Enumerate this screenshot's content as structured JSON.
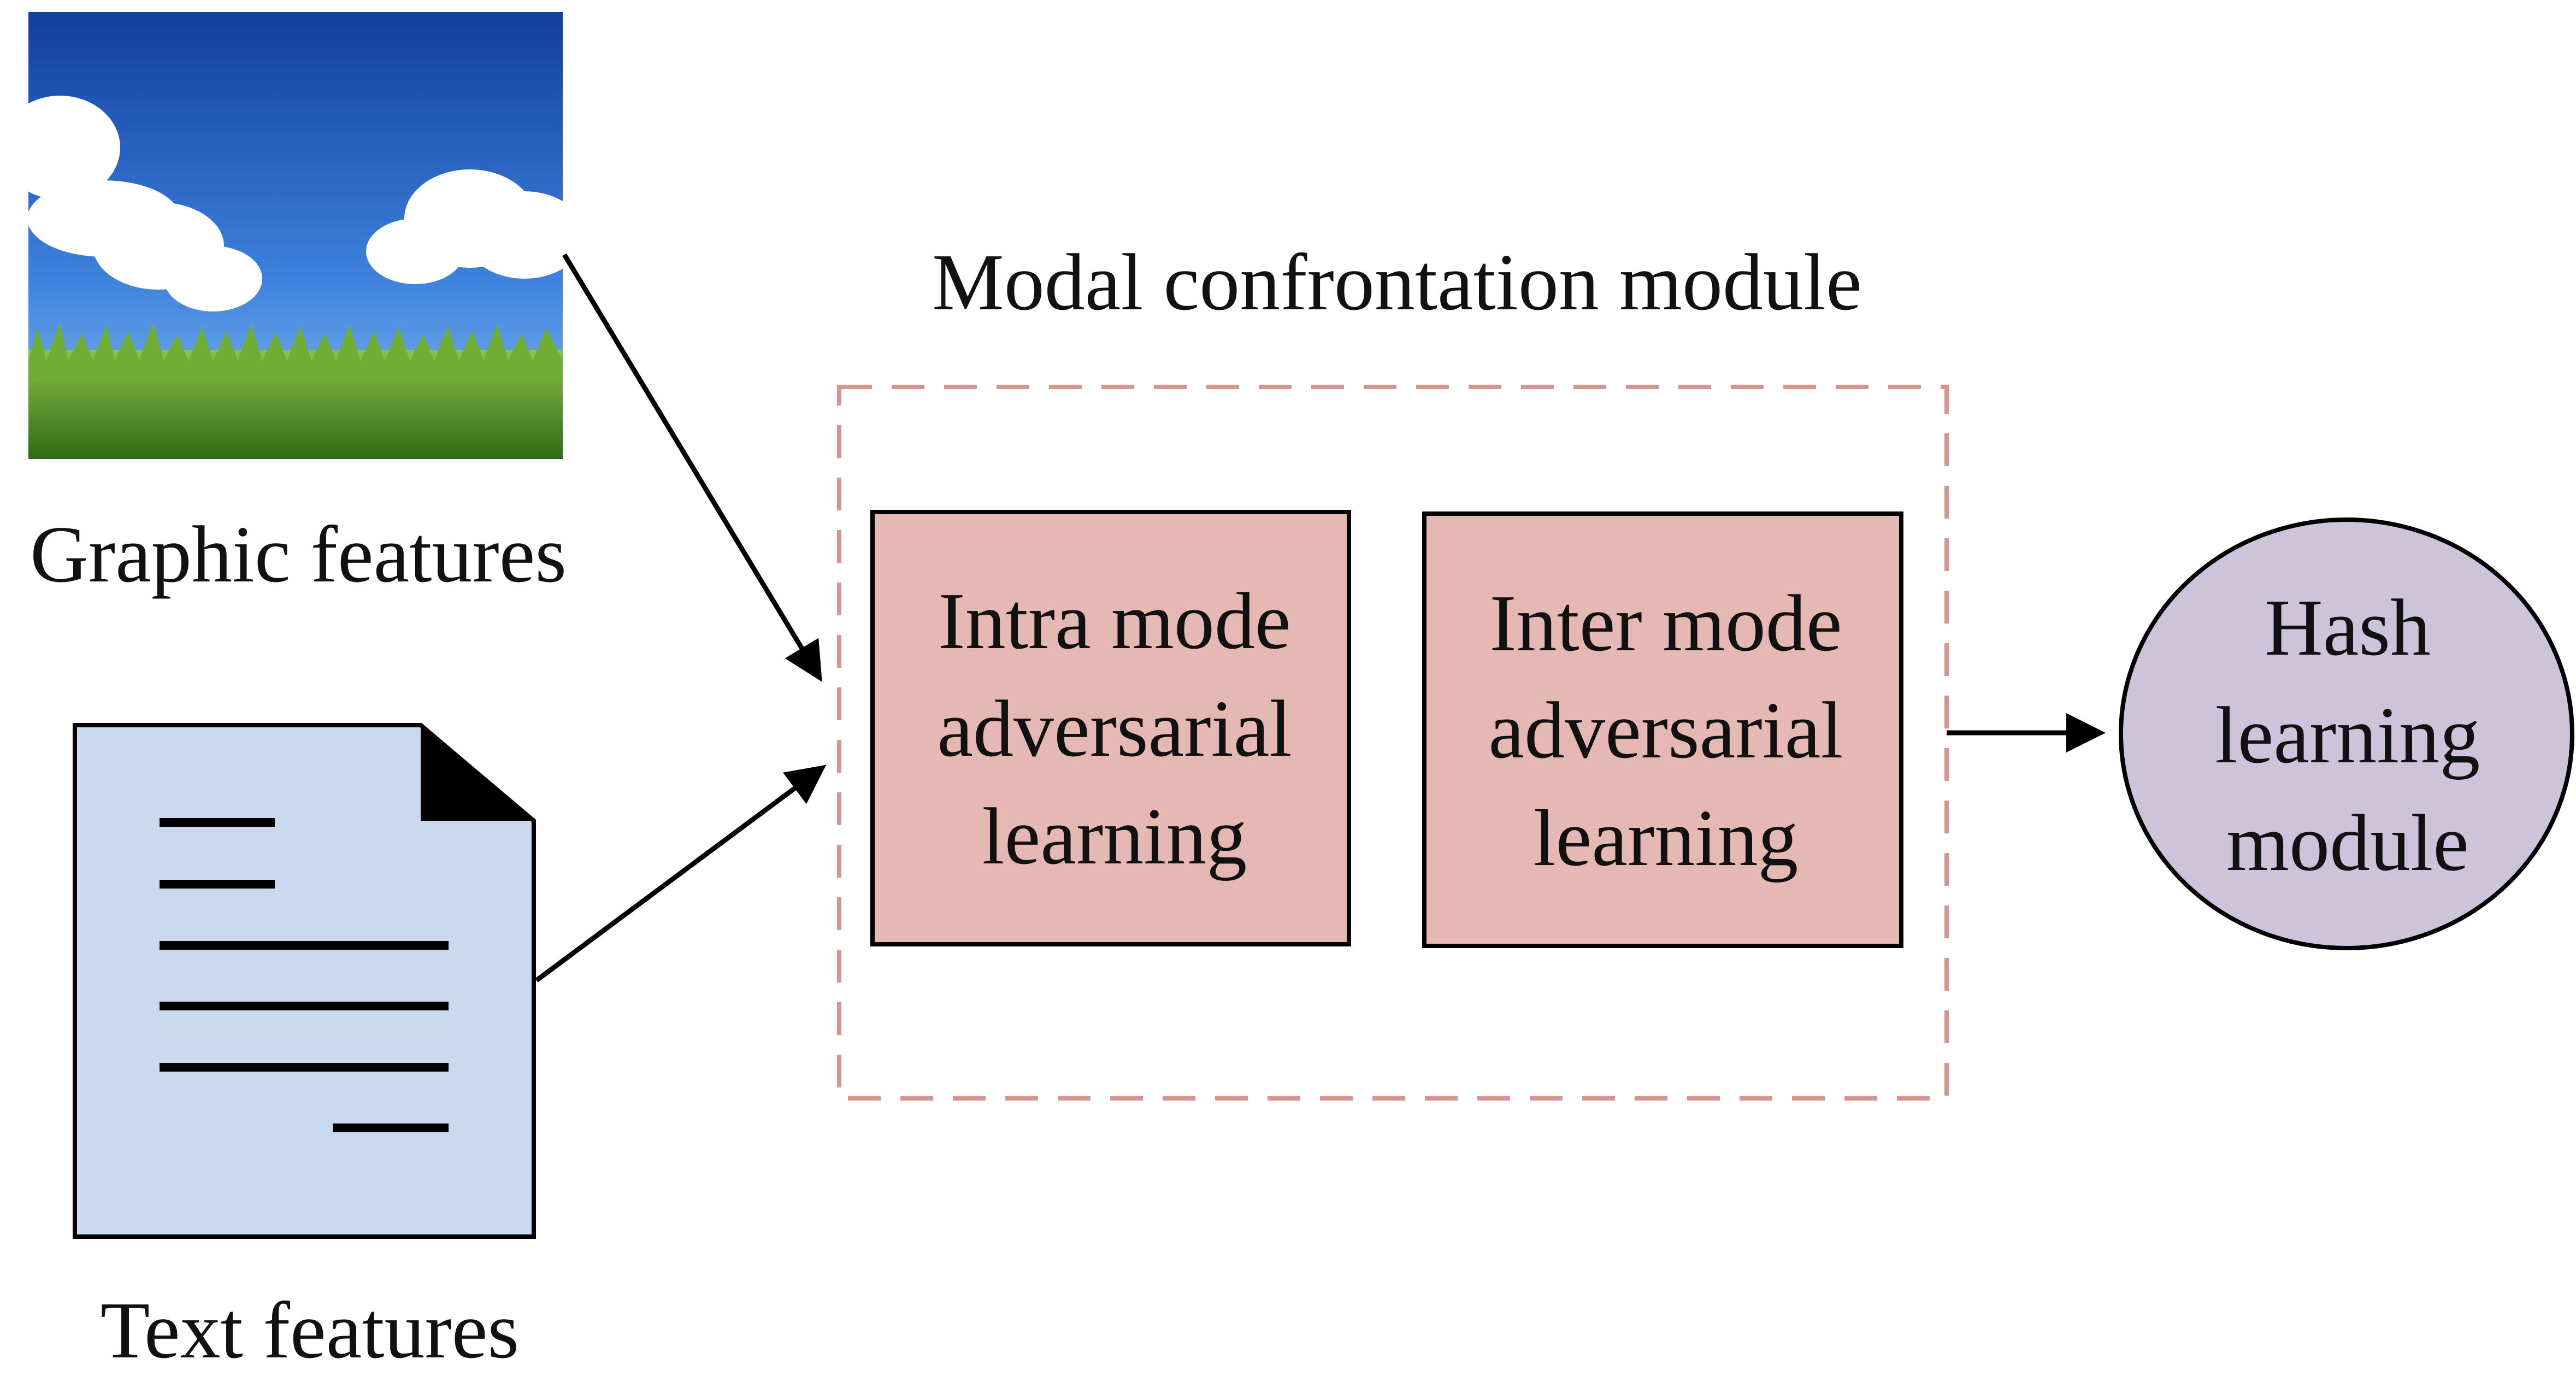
{
  "labels": {
    "graphic": "Graphic features",
    "text": "Text features",
    "module_title": "Modal confrontation module"
  },
  "intra_box": {
    "lines": [
      "Intra mode",
      "adversarial",
      "learning"
    ]
  },
  "inter_box": {
    "lines": [
      "Inter mode",
      "adversarial",
      "learning"
    ]
  },
  "hash_node": {
    "lines": [
      "Hash",
      "learning",
      "module"
    ]
  },
  "colors": {
    "box_fill": "#e6b8b4",
    "dash_stroke": "#d89490",
    "hash_fill": "#cdc3db",
    "doc_fill": "#c8d9f0",
    "sky": "#2f6fcf",
    "grass": "#5a9a2a"
  }
}
